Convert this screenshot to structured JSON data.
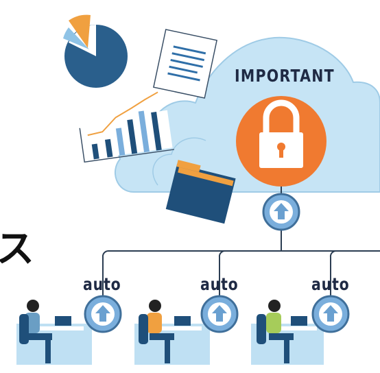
{
  "labels": {
    "important": "IMPORTANT",
    "auto_1": "auto",
    "auto_2": "auto",
    "auto_3": "auto",
    "partial_heading": "ス"
  },
  "colors": {
    "cloud": "#bfe0f3",
    "cloud_edge": "#8ec4e3",
    "lock_circle": "#f07a30",
    "upload_circle": "#7aaedc",
    "navy": "#1f4f7a",
    "line": "#2b3d52"
  },
  "icons": [
    "pie-chart-icon",
    "document-icon",
    "bar-chart-icon",
    "folder-icon",
    "padlock-icon",
    "upload-arrow-icon"
  ]
}
